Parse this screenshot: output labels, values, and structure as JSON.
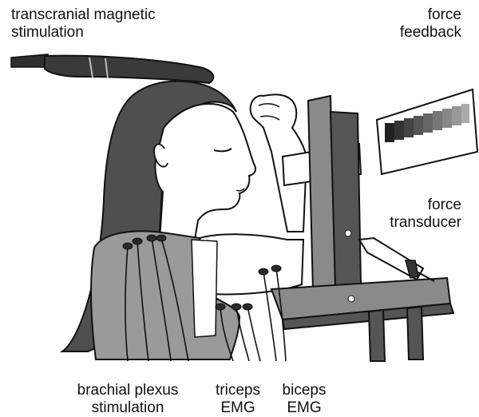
{
  "labels": {
    "tms": [
      "transcranial magnetic",
      "stimulation"
    ],
    "force_feedback": [
      "force",
      "feedback"
    ],
    "force_transducer": [
      "force",
      "transducer"
    ],
    "brachial_plexus": [
      "brachial plexus",
      "stimulation"
    ],
    "triceps": [
      "triceps",
      "EMG"
    ],
    "biceps": [
      "biceps",
      "EMG"
    ]
  },
  "colors": {
    "outline": "#1a1a1a",
    "hair": "#4a4a4a",
    "skin": "#ffffff",
    "shirt": "#9a9a9a",
    "frame_dark": "#555555",
    "frame_mid": "#8a8a8a",
    "coil": "#333333"
  }
}
